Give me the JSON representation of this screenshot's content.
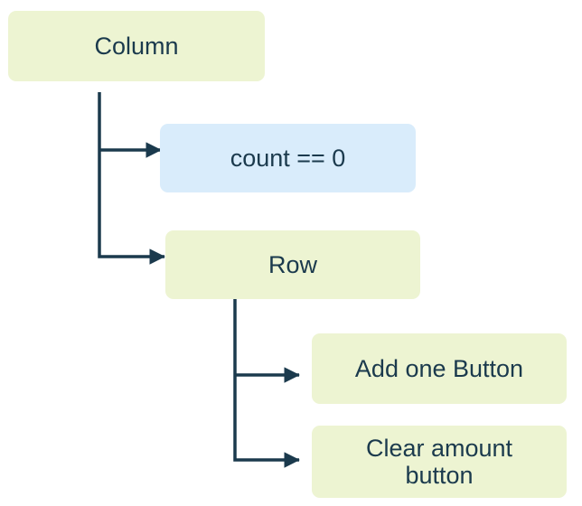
{
  "diagram": {
    "nodes": {
      "column": {
        "label": "Column",
        "kind": "widget",
        "fill": "#edf4d2"
      },
      "condition": {
        "label": "count == 0",
        "kind": "condition",
        "fill": "#d9ecfb"
      },
      "row": {
        "label": "Row",
        "kind": "widget",
        "fill": "#edf4d2"
      },
      "add_one": {
        "label": "Add one Button",
        "kind": "widget",
        "fill": "#edf4d2"
      },
      "clear_amount": {
        "label": "Clear amount button",
        "kind": "widget",
        "fill": "#edf4d2"
      }
    },
    "edges": [
      {
        "from": "column",
        "to": "condition"
      },
      {
        "from": "column",
        "to": "row"
      },
      {
        "from": "row",
        "to": "add_one"
      },
      {
        "from": "row",
        "to": "clear_amount"
      }
    ],
    "colors": {
      "widget_node_fill": "#edf4d2",
      "condition_node_fill": "#d9ecfb",
      "connector": "#1b3a4d",
      "text": "#1b3a4d",
      "background": "#ffffff"
    }
  }
}
